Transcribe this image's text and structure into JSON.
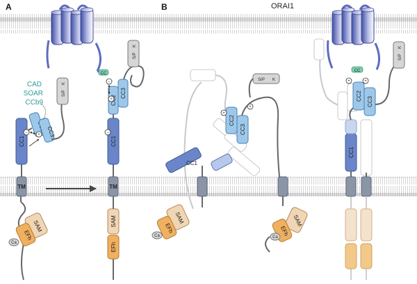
{
  "panels": {
    "a": "A",
    "b": "B"
  },
  "title_b": "ORAI1",
  "domains": {
    "tm": "TM",
    "cc1": "CC1",
    "cc2": "CC2",
    "cc3": "CC3",
    "sam": "SAM",
    "efh": "EFh",
    "spk_left": "S/P",
    "spk_right": "K",
    "ca": "Ca",
    "cc_tag": "CC"
  },
  "annotations": {
    "cad_lines": [
      "CAD",
      "SOAR",
      "CCb9"
    ]
  },
  "charges": {
    "plus": "+",
    "minus": "−"
  },
  "colors": {
    "membrane": "#cdcdcd",
    "orai": "#5c6bc0",
    "cc1": "#6a86c8",
    "cc23": "#9ec8ea",
    "tm": "#8b95a8",
    "sam": "#f0d6b4",
    "efh": "#f0b060",
    "spk": "#d6d6d6",
    "tag": "#7ed1b0",
    "cyan_text": "#2f9a9a"
  }
}
